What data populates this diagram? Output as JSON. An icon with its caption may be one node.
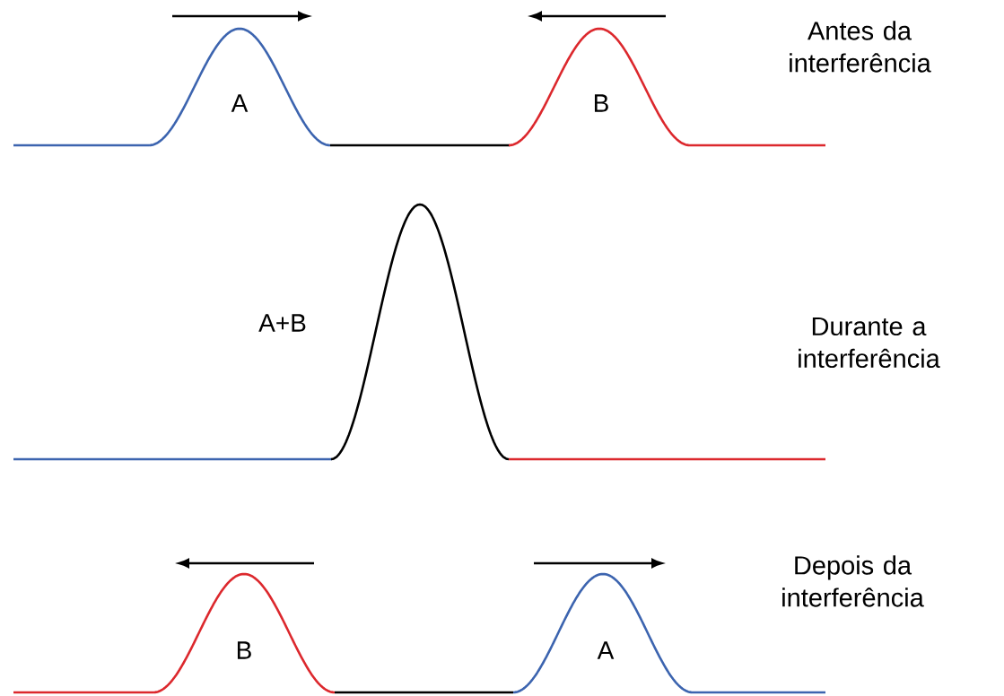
{
  "diagram": {
    "labels": [
      "A",
      "B",
      "Antes da interferência",
      "A+B",
      "Durante a interferência",
      "B",
      "A",
      "Depois da interferência"
    ]
  }
}
